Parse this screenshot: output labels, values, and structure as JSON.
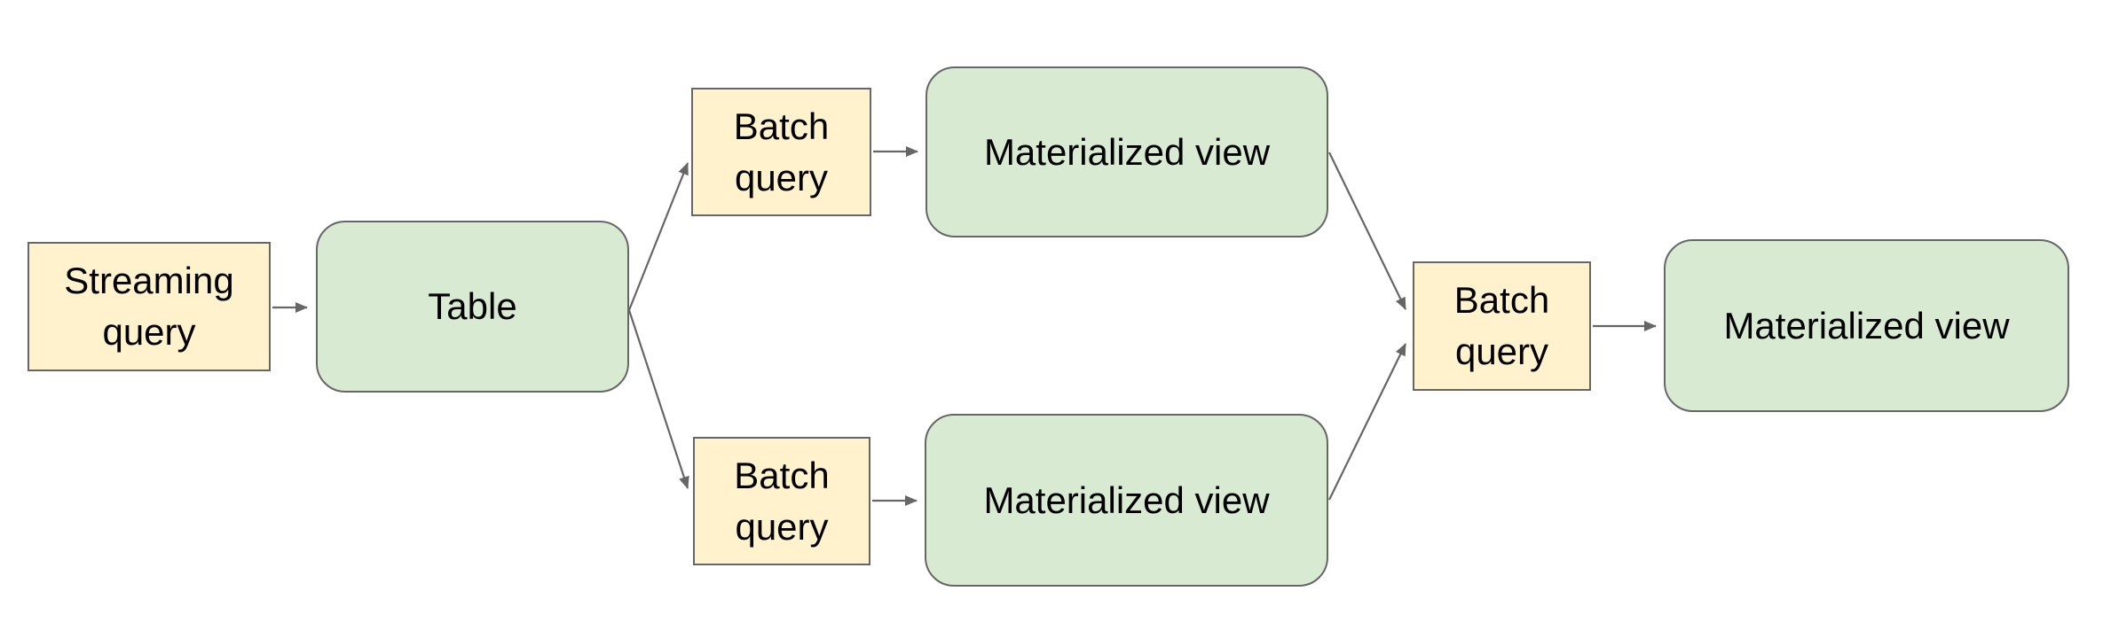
{
  "diagram": {
    "title": "",
    "colors": {
      "query_node_fill": "#FFF2CC",
      "data_node_fill": "#D9EAD3",
      "node_border": "#666666",
      "arrow": "#666666",
      "text": "#000000",
      "background": "#FFFFFF"
    },
    "nodes": {
      "streaming_query": {
        "label": "Streaming query",
        "shape": "rectangle",
        "fill": "#FFF2CC"
      },
      "table": {
        "label": "Table",
        "shape": "rounded-rectangle",
        "fill": "#D9EAD3"
      },
      "batch_query_top": {
        "label": "Batch query",
        "shape": "rectangle",
        "fill": "#FFF2CC"
      },
      "materialized_view_top": {
        "label": "Materialized view",
        "shape": "rounded-rectangle",
        "fill": "#D9EAD3"
      },
      "batch_query_bottom": {
        "label": "Batch query",
        "shape": "rectangle",
        "fill": "#FFF2CC"
      },
      "materialized_view_bottom": {
        "label": "Materialized view",
        "shape": "rounded-rectangle",
        "fill": "#D9EAD3"
      },
      "batch_query_right": {
        "label": "Batch query",
        "shape": "rectangle",
        "fill": "#FFF2CC"
      },
      "materialized_view_right": {
        "label": "Materialized view",
        "shape": "rounded-rectangle",
        "fill": "#D9EAD3"
      }
    },
    "edges": [
      {
        "from": "streaming_query",
        "to": "table"
      },
      {
        "from": "table",
        "to": "batch_query_top"
      },
      {
        "from": "table",
        "to": "batch_query_bottom"
      },
      {
        "from": "batch_query_top",
        "to": "materialized_view_top"
      },
      {
        "from": "batch_query_bottom",
        "to": "materialized_view_bottom"
      },
      {
        "from": "materialized_view_top",
        "to": "batch_query_right"
      },
      {
        "from": "materialized_view_bottom",
        "to": "batch_query_right"
      },
      {
        "from": "batch_query_right",
        "to": "materialized_view_right"
      }
    ]
  }
}
